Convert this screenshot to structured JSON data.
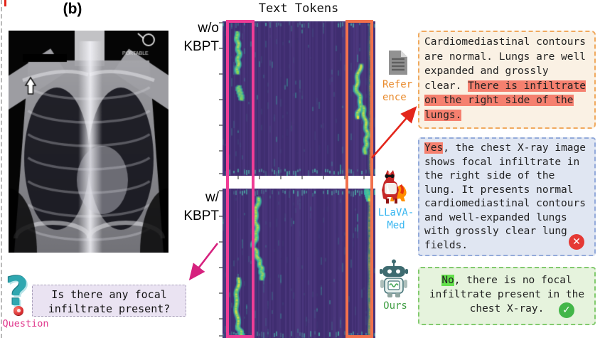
{
  "panel_label": "(b)",
  "heatmap_section": {
    "title": "Text Tokens",
    "top_label_line1": "w/o",
    "top_label_line2": "KBPT",
    "bottom_label_line1": "w/",
    "bottom_label_line2": "KBPT"
  },
  "xray": {
    "marker_text": "PORTABLE"
  },
  "question": {
    "icon_glyph": "?",
    "label": "Question",
    "text_line1": "Is there any focal",
    "text_line2": "infiltrate present?"
  },
  "reference": {
    "label_line1": "Refer",
    "label_line2": "ence",
    "text_normal": "Cardiomediastinal contours are normal. Lungs are well expanded and grossly clear. ",
    "text_highlight": "There is infiltrate on the right side of the lungs."
  },
  "llava": {
    "label_line1": "LLaVA-",
    "label_line2": "Med",
    "answer_highlight": "Yes",
    "answer_rest": ", the chest X-ray image shows focal infiltrate in the right side of the lung. It presents normal cardiomediastinal contours and well-expanded lungs with grossly clear lung fields.",
    "verdict": "incorrect",
    "verdict_glyph": "✕"
  },
  "ours": {
    "label": "Ours",
    "answer_highlight": "No",
    "answer_rest": ", there is no focal infiltrate present in the chest X-ray.",
    "verdict": "correct",
    "verdict_glyph": "✓"
  },
  "colors": {
    "accent_pink": "#f03d96",
    "accent_orange": "#f2714d",
    "arrow_red": "#e3261b",
    "arrow_magenta": "#d6217e",
    "highlight_salmon": "#f5806f",
    "highlight_green": "#63e04b",
    "reference_bg": "#faf1e4",
    "reference_border": "#f0a95e",
    "reference_label": "#e98b2d",
    "llava_bg": "#e0e6f2",
    "llava_border": "#93aada",
    "llava_label": "#38b6f0",
    "ours_bg": "#e6f3dd",
    "ours_border": "#82ca6e",
    "ours_label": "#43a047",
    "question_bg": "#eae3f2",
    "question_border": "#a9a0ba",
    "question_label": "#e0378c",
    "wrong_red": "#e53935",
    "correct_green": "#43b649",
    "heatmap_base": "#3f2d70",
    "heatmap_teal": "#2aa198",
    "heatmap_yellow": "#f8e621"
  }
}
